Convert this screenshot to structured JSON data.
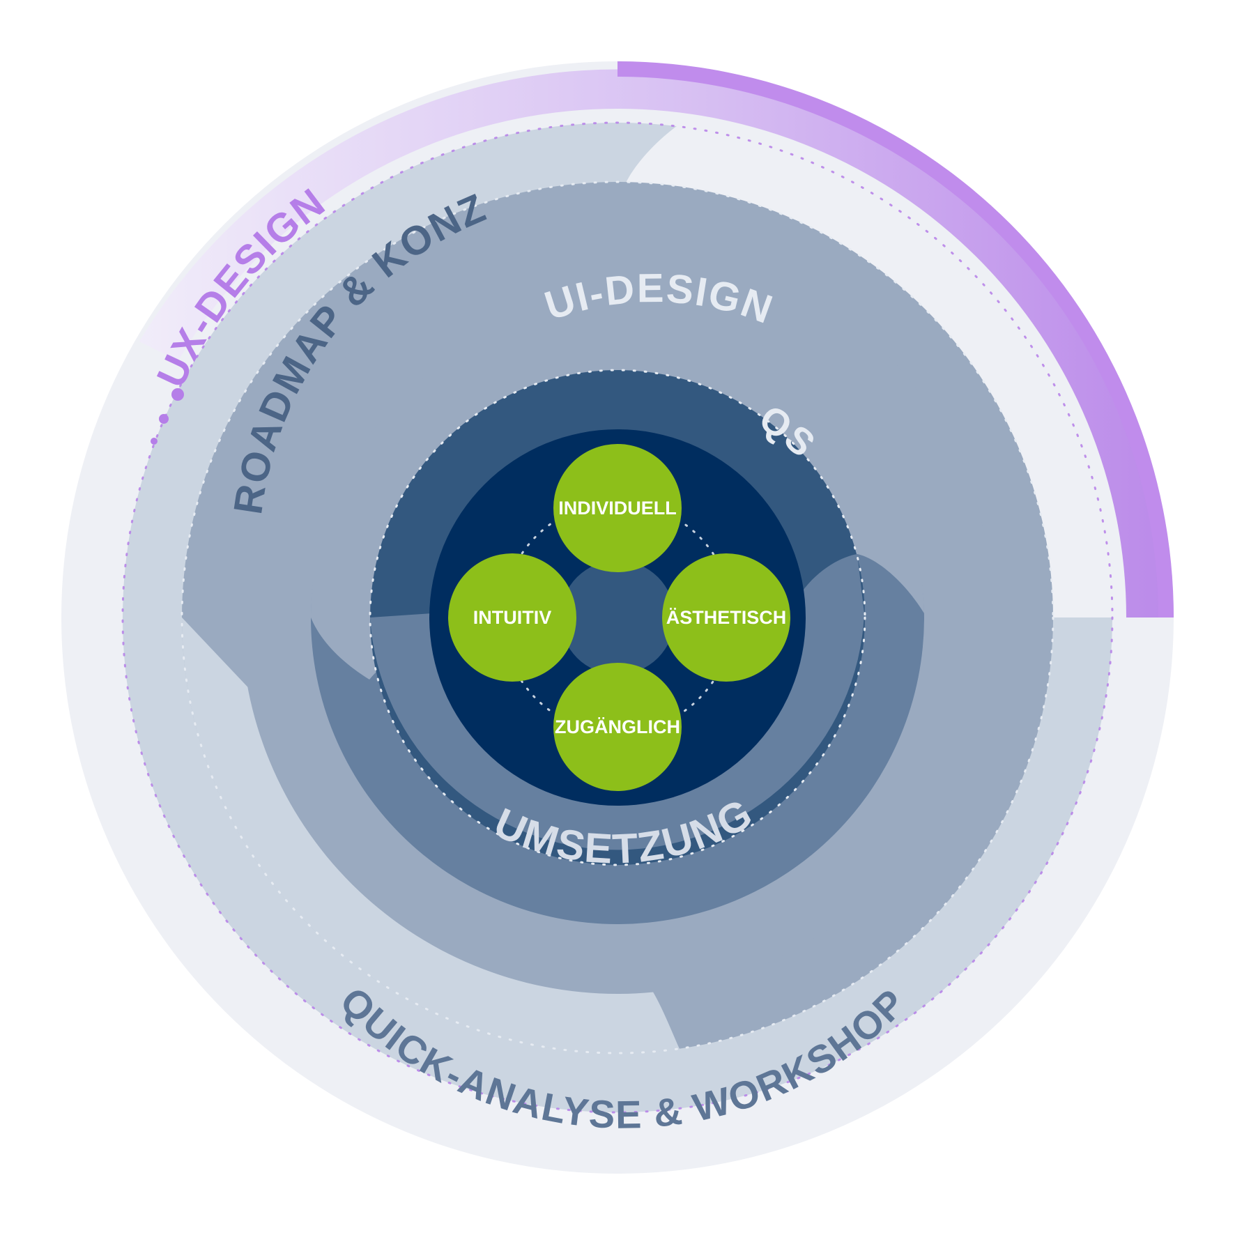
{
  "rings": {
    "ux_design": "UX-DESIGN",
    "roadmap_konzept": "ROADMAP & KONZEPT",
    "ui_design": "UI-DESIGN",
    "qs": "QS",
    "umsetzung": "UMSETZUNG",
    "quick_analyse_workshop": "QUICK-ANALYSE & WORKSHOP"
  },
  "qualities": [
    {
      "label": "INDIVIDUELL"
    },
    {
      "label": "INTUITIV"
    },
    {
      "label": "ÄSTHETISCH"
    },
    {
      "label": "ZUGÄNGLICH"
    }
  ],
  "colors": {
    "outer_ring": "#eef0f5",
    "accent_purple": "#b57ee8",
    "ring_light": "#cbd5e1",
    "ring_mid": "#9aaac0",
    "ring_dark": "#6680a0",
    "ring_navy": "#33587f",
    "core_navy": "#002d5f",
    "green": "#8dbf1a",
    "label_dark": "#4c6586",
    "label_light": "#e6ebf2"
  }
}
